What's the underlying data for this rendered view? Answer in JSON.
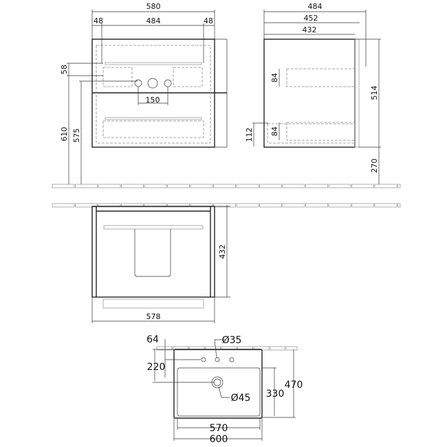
{
  "front_view": {
    "width_total": "580",
    "width_inner": "484",
    "offset_left": "48",
    "offset_right": "48",
    "hole_offset": "58",
    "hole_spacing": "150",
    "height_610": "610",
    "height_575": "575"
  },
  "side_view": {
    "depth_484": "484",
    "depth_452": "452",
    "depth_432": "432",
    "drawer_84_top": "84",
    "drawer_84_bottom": "84",
    "plinth_112": "112",
    "height_514": "514",
    "floor_270": "270"
  },
  "plan_view": {
    "depth": "432",
    "width": "578"
  },
  "basin_view": {
    "tap_offset": "64",
    "tap_hole": "Ø35",
    "drain_offset": "220",
    "bowl_depth": "330",
    "total_depth": "470",
    "drain_hole": "Ø45",
    "bowl_width": "570",
    "total_width": "600"
  }
}
